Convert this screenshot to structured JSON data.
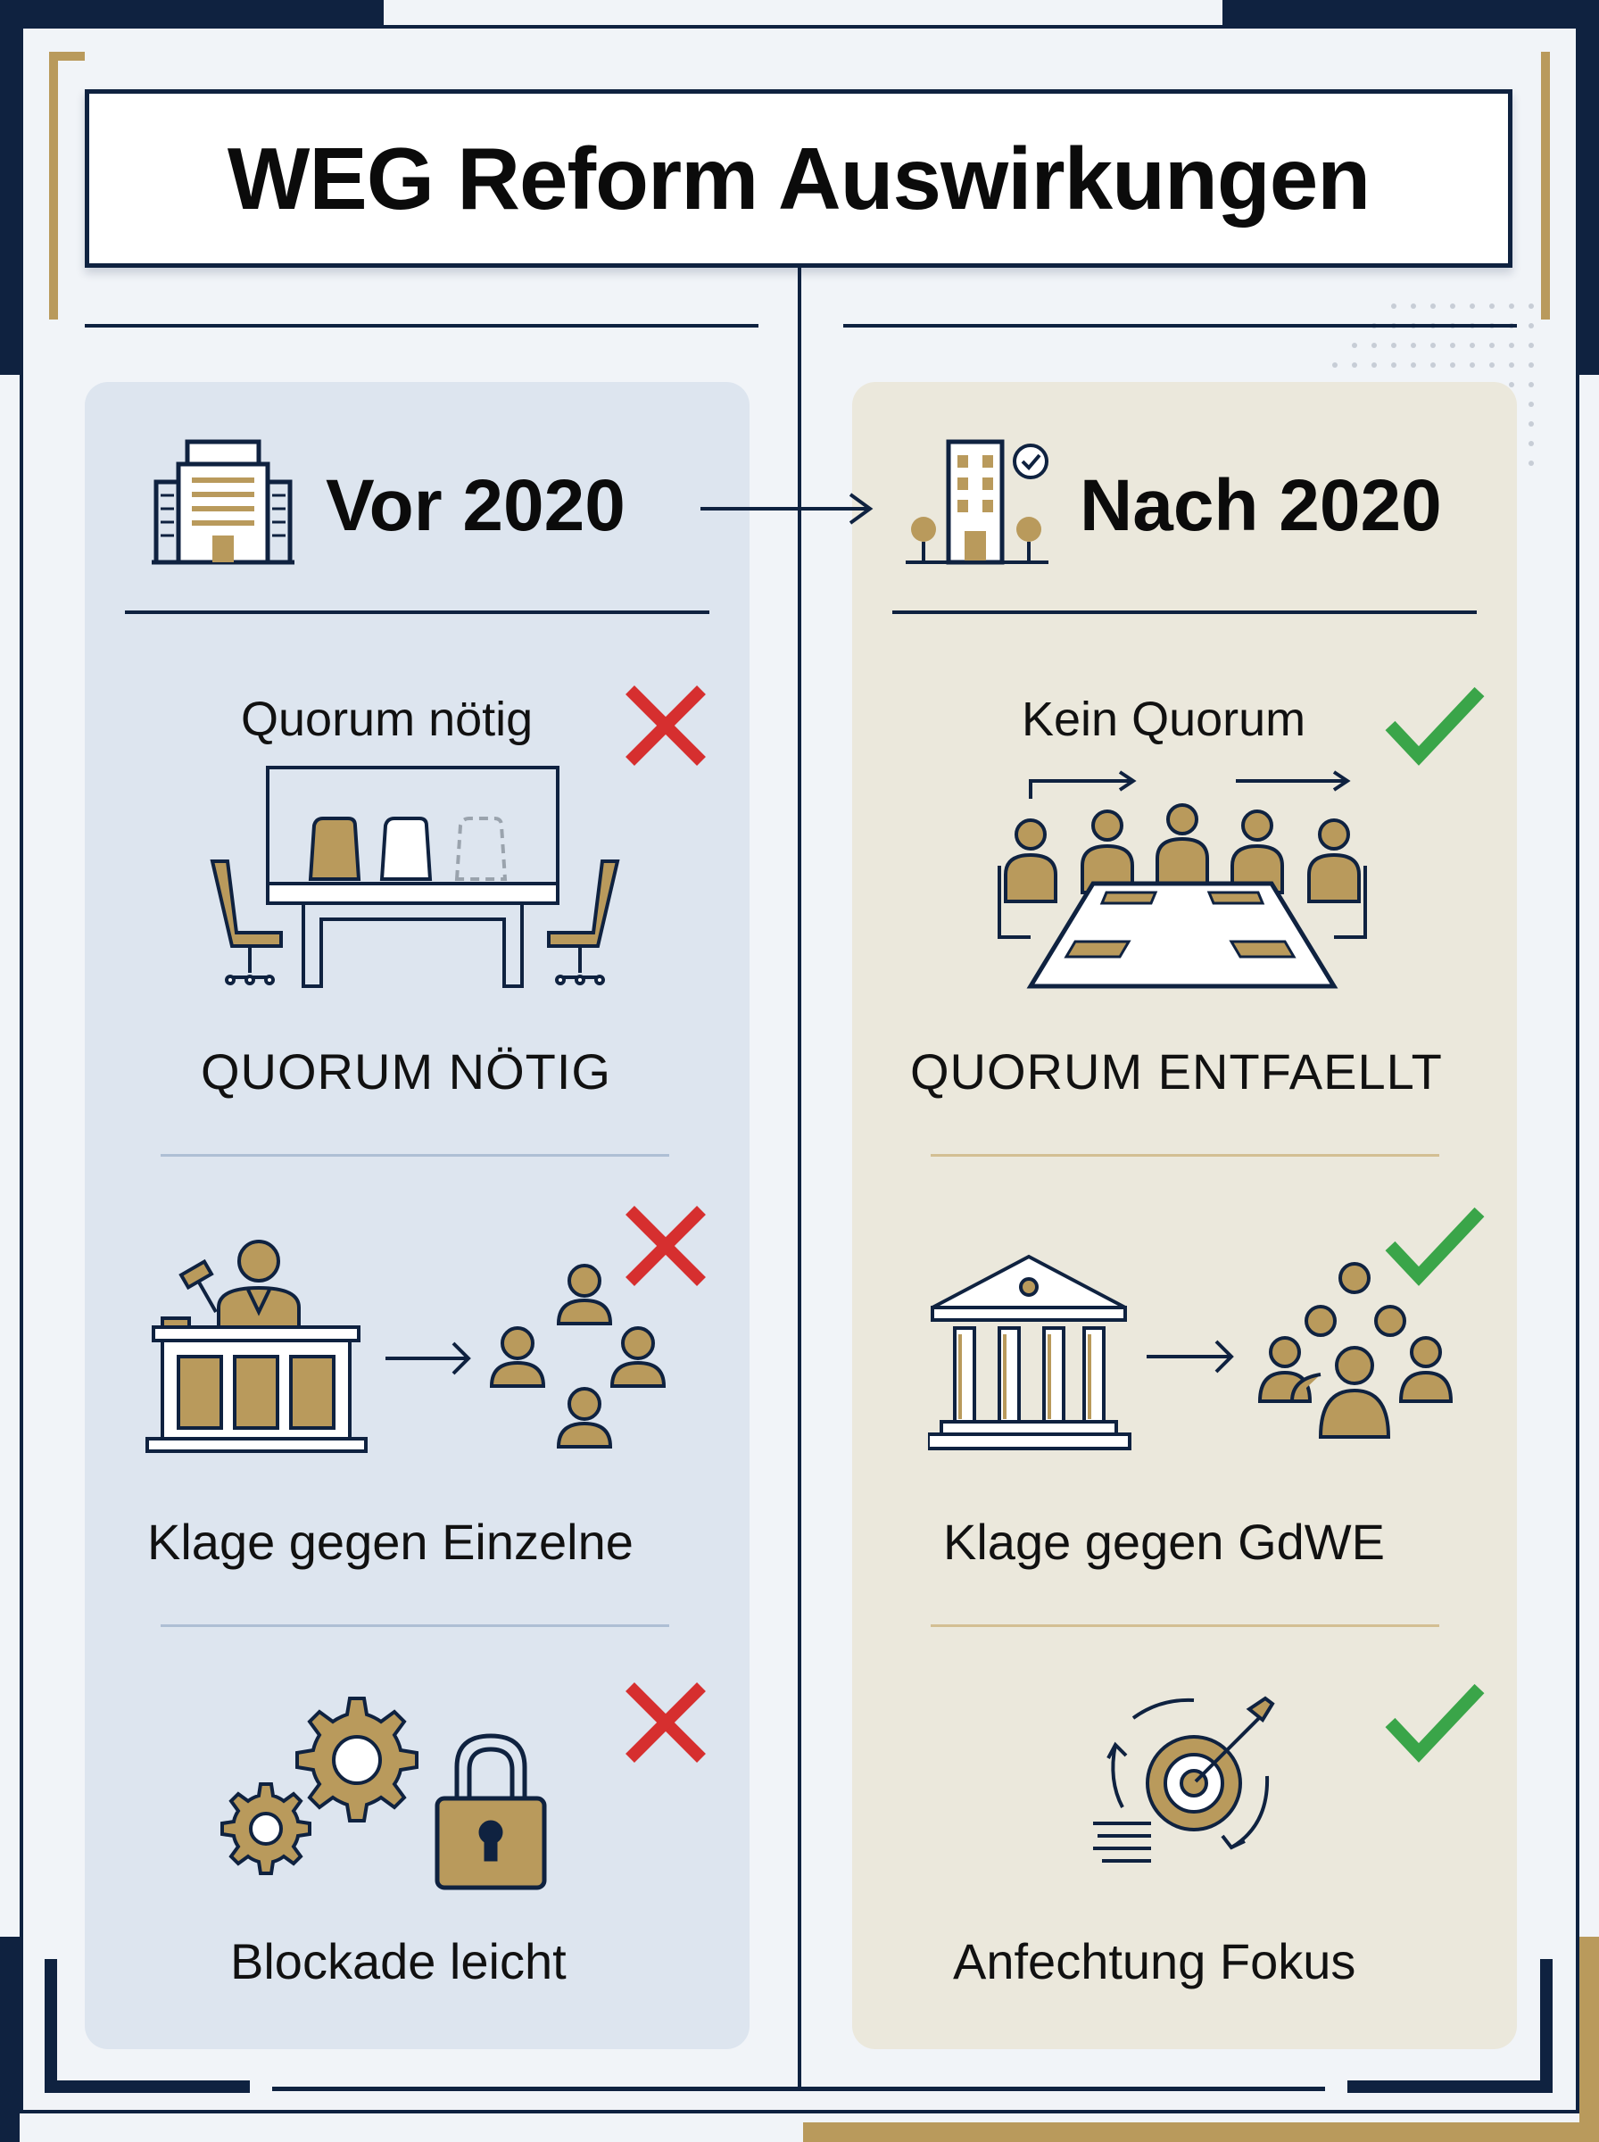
{
  "title": "WEG Reform Auswirkungen",
  "colors": {
    "navy": "#0f2240",
    "gold": "#b99a5c",
    "panel_left": "#dde5ef",
    "panel_right": "#ebe8dc",
    "cross": "#d62f2f",
    "check": "#3aa549"
  },
  "left": {
    "heading": "Vor 2020",
    "icon": "office-building-icon",
    "items": [
      {
        "top_label": "Quorum nötig",
        "caption": "QUORUM NÖTIG",
        "status": "cross",
        "icon": "empty-meeting-table-icon"
      },
      {
        "caption": "Klage gegen Einzelne",
        "status": "cross",
        "icon": "judge-to-individuals-icon"
      },
      {
        "caption": "Blockade leicht",
        "status": "cross",
        "icon": "gears-lock-icon"
      }
    ]
  },
  "right": {
    "heading": "Nach 2020",
    "icon": "building-check-icon",
    "items": [
      {
        "top_label": "Kein Quorum",
        "caption": "QUORUM ENTFAELLT",
        "status": "check",
        "icon": "full-meeting-table-icon"
      },
      {
        "caption": "Klage gegen GdWE",
        "status": "check",
        "icon": "court-to-community-icon"
      },
      {
        "caption": "Anfechtung Fokus",
        "status": "check",
        "icon": "target-focus-icon"
      }
    ]
  }
}
